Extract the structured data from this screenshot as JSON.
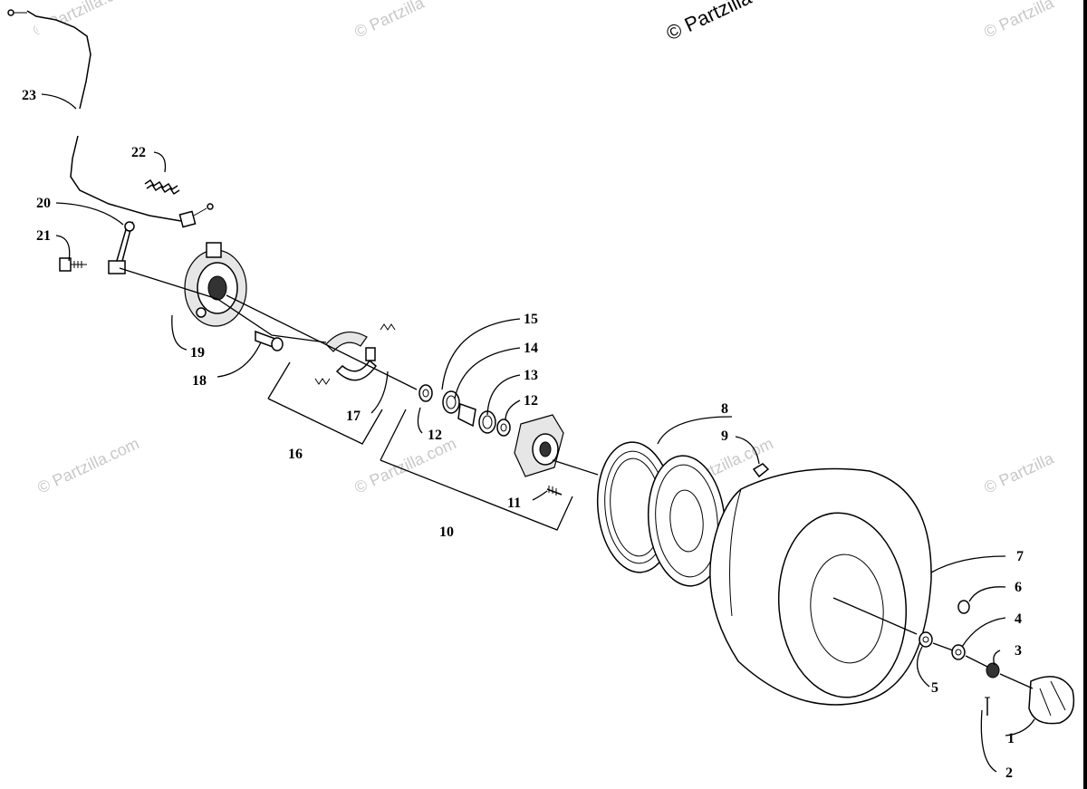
{
  "watermarks": {
    "main": "© Partzilla",
    "faint": "© Partzilla.com"
  },
  "callouts": {
    "c1": "1",
    "c2": "2",
    "c3": "3",
    "c4": "4",
    "c5": "5",
    "c6": "6",
    "c7": "7",
    "c8": "8",
    "c9": "9",
    "c10": "10",
    "c11": "11",
    "c12a": "12",
    "c12b": "12",
    "c13": "13",
    "c14": "14",
    "c15": "15",
    "c16": "16",
    "c17": "17",
    "c18": "18",
    "c19": "19",
    "c20": "20",
    "c21": "21",
    "c22": "22",
    "c23": "23"
  }
}
